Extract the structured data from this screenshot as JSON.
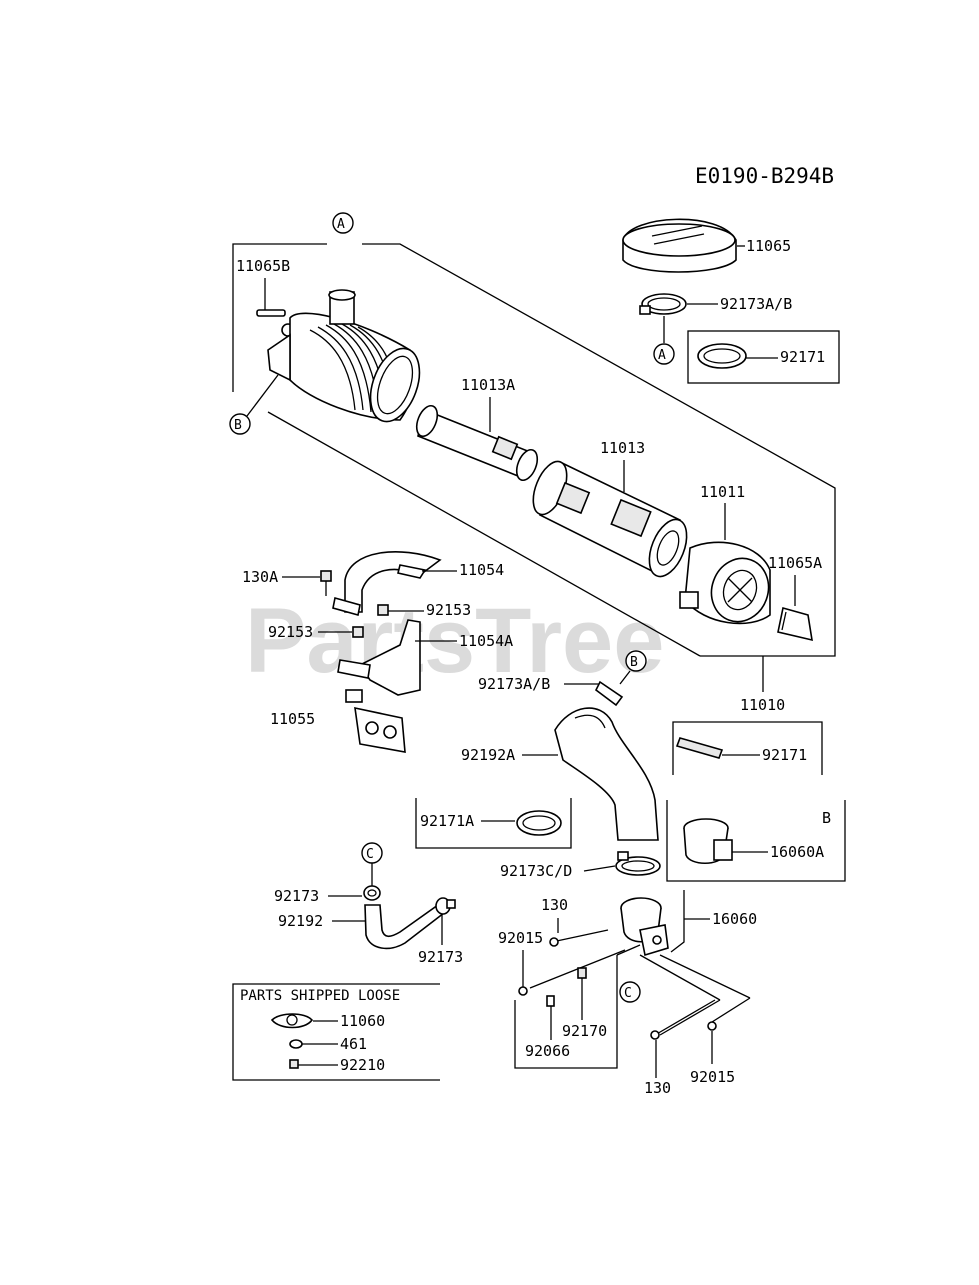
{
  "diagram_code": "E0190-B294B",
  "watermark": "PartsTree",
  "ref_marks": {
    "A": "A",
    "B": "B",
    "C": "C"
  },
  "box_labels": {
    "b_box": "B",
    "shipped_loose_title": "PARTS SHIPPED LOOSE"
  },
  "parts": {
    "p11065": "11065",
    "p92173AB_top": "92173A/B",
    "p92171_top": "92171",
    "p11065B": "11065B",
    "p11013A": "11013A",
    "p11013": "11013",
    "p11011": "11011",
    "p11065A": "11065A",
    "p11010": "11010",
    "p130A": "130A",
    "p11054": "11054",
    "p92153_a": "92153",
    "p92153_b": "92153",
    "p11054A": "11054A",
    "p11055": "11055",
    "p92173AB_mid": "92173A/B",
    "p92192A": "92192A",
    "p92171_mid": "92171",
    "p16060A": "16060A",
    "p92171A": "92171A",
    "p92173CD": "92173C/D",
    "p92173_a": "92173",
    "p92192": "92192",
    "p92173_b": "92173",
    "p130_top": "130",
    "p16060": "16060",
    "p92015_left": "92015",
    "p92170": "92170",
    "p92066": "92066",
    "p130_bottom": "130",
    "p92015_bottom": "92015",
    "p11060": "11060",
    "p461": "461",
    "p92210": "92210"
  }
}
